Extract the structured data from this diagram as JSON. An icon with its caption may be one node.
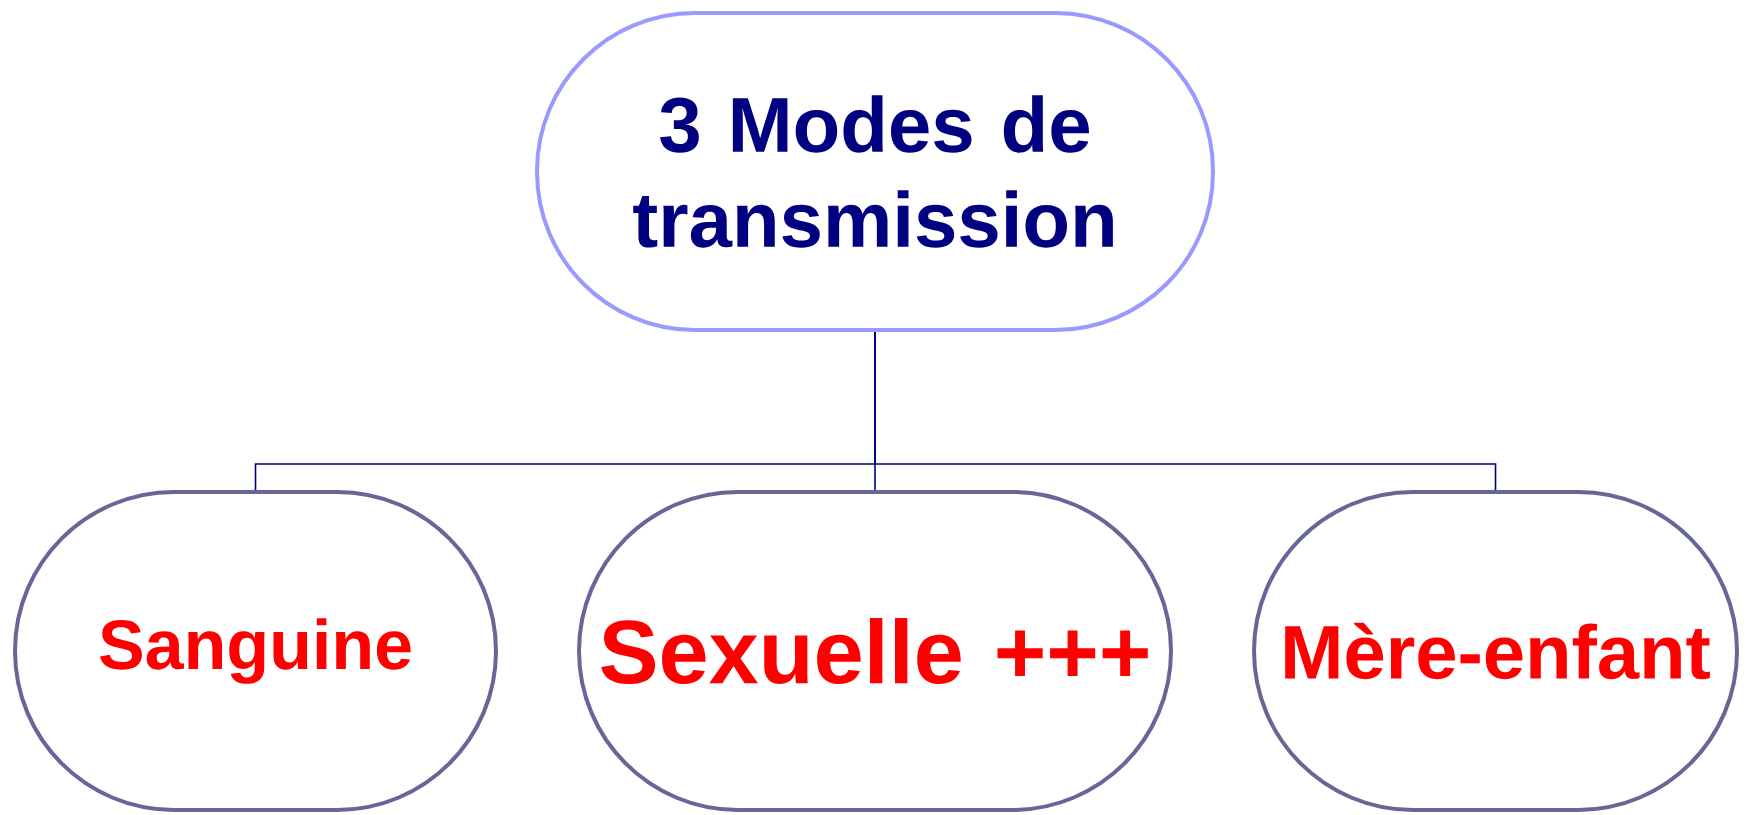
{
  "diagram": {
    "nodes": [
      {
        "text": [
          "3 Modes de transmission"
        ]
      },
      {
        "text": [
          "Sanguine"
        ]
      },
      {
        "text": [
          "Sexuelle +++"
        ]
      },
      {
        "text": [
          "Mère-enfant"
        ]
      }
    ],
    "edges": [
      {
        "from": 0,
        "to": 1,
        "arrow": "none"
      },
      {
        "from": 0,
        "to": 2,
        "arrow": "none"
      },
      {
        "from": 0,
        "to": 3,
        "arrow": "none"
      }
    ]
  }
}
